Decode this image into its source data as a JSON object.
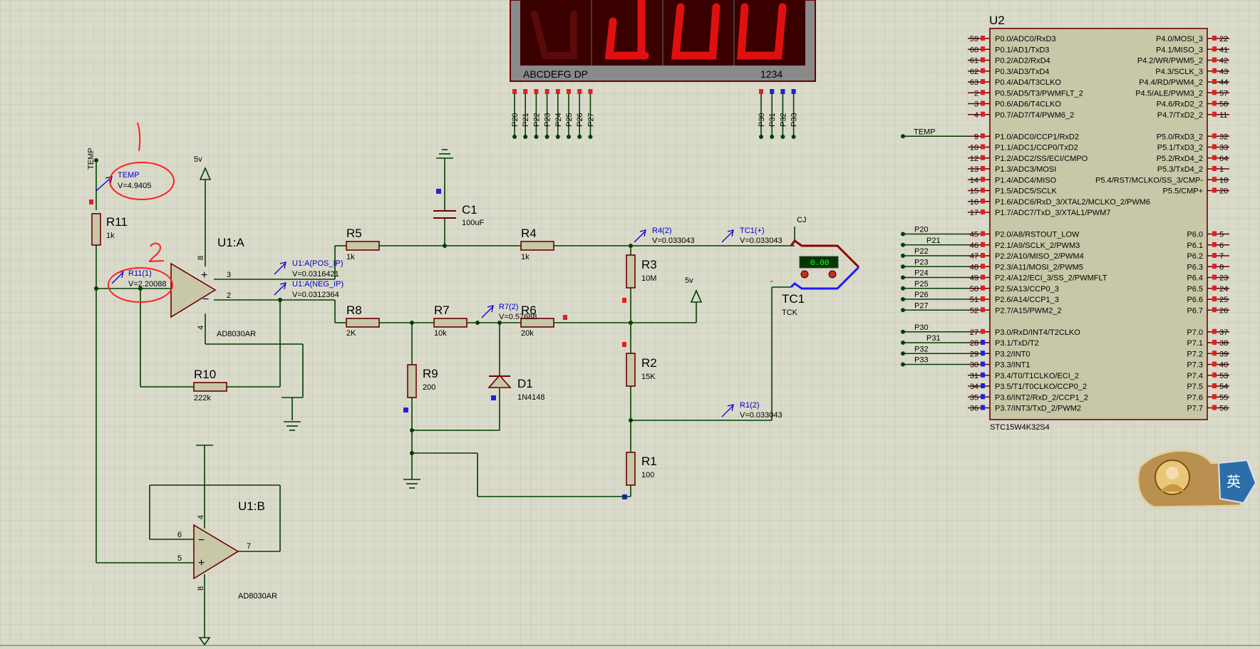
{
  "display": {
    "segment_labels": "ABCDEFG DP",
    "digit_labels": "1234",
    "seg_pins": [
      "P20",
      "P21",
      "P22",
      "P23",
      "P24",
      "P25",
      "P26",
      "P27"
    ],
    "digit_pins": [
      "P30",
      "P31",
      "P32",
      "P33"
    ]
  },
  "u2": {
    "ref": "U2",
    "part": "STC15W4K32S4",
    "left_pins": [
      {
        "n": "59",
        "name": "P0.0/ADC0/RxD3"
      },
      {
        "n": "60",
        "name": "P0.1/AD1/TxD3"
      },
      {
        "n": "61",
        "name": "P0.2/AD2/RxD4"
      },
      {
        "n": "62",
        "name": "P0.3/AD3/TxD4"
      },
      {
        "n": "63",
        "name": "P0.4/AD4/T3CLKO"
      },
      {
        "n": "2",
        "name": "P0.5/AD5/T3/PWMFLT_2"
      },
      {
        "n": "3",
        "name": "P0.6/AD6/T4CLKO"
      },
      {
        "n": "4",
        "name": "P0.7/AD7/T4/PWM6_2"
      },
      {
        "n": "9",
        "name": "P1.0/ADC0/CCP1/RxD2"
      },
      {
        "n": "10",
        "name": "P1.1/ADC1/CCP0/TxD2"
      },
      {
        "n": "12",
        "name": "P1.2/ADC2/SS/ECI/CMPO"
      },
      {
        "n": "13",
        "name": "P1.3/ADC3/MOSI"
      },
      {
        "n": "14",
        "name": "P1.4/ADC4/MISO"
      },
      {
        "n": "15",
        "name": "P1.5/ADC5/SCLK"
      },
      {
        "n": "16",
        "name": "P1.6/ADC6/RxD_3/XTAL2/MCLKO_2/PWM6"
      },
      {
        "n": "17",
        "name": "P1.7/ADC7/TxD_3/XTAL1/PWM7"
      },
      {
        "n": "45",
        "name": "P2.0/A8/RSTOUT_LOW"
      },
      {
        "n": "46",
        "name": "P2.1/A9/SCLK_2/PWM3"
      },
      {
        "n": "47",
        "name": "P2.2/A10/MISO_2/PWM4"
      },
      {
        "n": "48",
        "name": "P2.3/A11/MOSI_2/PWM5"
      },
      {
        "n": "49",
        "name": "P2.4/A12/ECI_3/SS_2/PWMFLT"
      },
      {
        "n": "50",
        "name": "P2.5/A13/CCP0_3"
      },
      {
        "n": "51",
        "name": "P2.6/A14/CCP1_3"
      },
      {
        "n": "52",
        "name": "P2.7/A15/PWM2_2"
      },
      {
        "n": "27",
        "name": "P3.0/RxD/INT4/T2CLKO"
      },
      {
        "n": "28",
        "name": "P3.1/TxD/T2"
      },
      {
        "n": "29",
        "name": "P3.2/INT0"
      },
      {
        "n": "30",
        "name": "P3.3/INT1"
      },
      {
        "n": "31",
        "name": "P3.4/T0/T1CLKO/ECI_2"
      },
      {
        "n": "34",
        "name": "P3.5/T1/T0CLKO/CCP0_2"
      },
      {
        "n": "35",
        "name": "P3.6/INT2/RxD_2/CCP1_2"
      },
      {
        "n": "36",
        "name": "P3.7/INT3/TxD_2/PWM2"
      }
    ],
    "right_pins": [
      {
        "n": "22",
        "name": "P4.0/MOSI_3"
      },
      {
        "n": "41",
        "name": "P4.1/MISO_3"
      },
      {
        "n": "42",
        "name": "P4.2/WR/PWM5_2"
      },
      {
        "n": "43",
        "name": "P4.3/SCLK_3"
      },
      {
        "n": "44",
        "name": "P4.4/RD/PWM4_2"
      },
      {
        "n": "57",
        "name": "P4.5/ALE/PWM3_2"
      },
      {
        "n": "58",
        "name": "P4.6/RxD2_2"
      },
      {
        "n": "11",
        "name": "P4.7/TxD2_2"
      },
      {
        "n": "32",
        "name": "P5.0/RxD3_2"
      },
      {
        "n": "33",
        "name": "P5.1/TxD3_2"
      },
      {
        "n": "64",
        "name": "P5.2/RxD4_2"
      },
      {
        "n": "1",
        "name": "P5.3/TxD4_2"
      },
      {
        "n": "18",
        "name": "P5.4/RST/MCLKO/SS_3/CMP-"
      },
      {
        "n": "20",
        "name": "P5.5/CMP+"
      },
      {
        "n": "5",
        "name": "P6.0"
      },
      {
        "n": "6",
        "name": "P6.1"
      },
      {
        "n": "7",
        "name": "P6.2"
      },
      {
        "n": "8",
        "name": "P6.3"
      },
      {
        "n": "23",
        "name": "P6.4"
      },
      {
        "n": "24",
        "name": "P6.5"
      },
      {
        "n": "25",
        "name": "P6.6"
      },
      {
        "n": "26",
        "name": "P6.7"
      },
      {
        "n": "37",
        "name": "P7.0"
      },
      {
        "n": "38",
        "name": "P7.1"
      },
      {
        "n": "39",
        "name": "P7.2"
      },
      {
        "n": "40",
        "name": "P7.3"
      },
      {
        "n": "53",
        "name": "P7.4"
      },
      {
        "n": "54",
        "name": "P7.5"
      },
      {
        "n": "55",
        "name": "P7.6"
      },
      {
        "n": "56",
        "name": "P7.7"
      }
    ],
    "net_labels": [
      "TEMP",
      "P20",
      "P21",
      "P22",
      "P23",
      "P24",
      "P25",
      "P26",
      "P27",
      "P30",
      "P31",
      "P32",
      "P33"
    ]
  },
  "components": {
    "r11": {
      "ref": "R11",
      "val": "1k"
    },
    "r5": {
      "ref": "R5",
      "val": "1k"
    },
    "r4": {
      "ref": "R4",
      "val": "1k"
    },
    "r3": {
      "ref": "R3",
      "val": "10M"
    },
    "r2": {
      "ref": "R2",
      "val": "15K"
    },
    "r1": {
      "ref": "R1",
      "val": "100"
    },
    "r8": {
      "ref": "R8",
      "val": "2K"
    },
    "r7": {
      "ref": "R7",
      "val": "10k"
    },
    "r6": {
      "ref": "R6",
      "val": "20k"
    },
    "r9": {
      "ref": "R9",
      "val": "200"
    },
    "r10": {
      "ref": "R10",
      "val": "222k"
    },
    "c1": {
      "ref": "C1",
      "val": "100uF"
    },
    "d1": {
      "ref": "D1",
      "val": "1N4148"
    },
    "u1a": {
      "ref": "U1:A",
      "part": "AD8030AR"
    },
    "u1b": {
      "ref": "U1:B",
      "part": "AD8030AR"
    },
    "tc1": {
      "ref": "TC1",
      "val": "TCK",
      "cj": "CJ",
      "reading": "0.00"
    }
  },
  "supplies": {
    "v5a": "5v",
    "v5b": "5v"
  },
  "net_temp": "TEMP",
  "probes": {
    "temp": {
      "name": "TEMP",
      "val": "V=4.9405"
    },
    "r11": {
      "name": "R11(1)",
      "val": "V=2.20088"
    },
    "u1pos": {
      "name": "U1:A(POS_IP)",
      "val": "V=0.0316421"
    },
    "u1neg": {
      "name": "U1:A(NEG_IP)",
      "val": "V=0.0312364"
    },
    "r4": {
      "name": "R4(2)",
      "val": "V=0.033043"
    },
    "tc1": {
      "name": "TC1(+)",
      "val": "V=0.033043"
    },
    "r7": {
      "name": "R7(2)",
      "val": "V=0.57688"
    },
    "r1": {
      "name": "R1(2)",
      "val": "V=0.033043"
    }
  },
  "annotations": {
    "one": "1",
    "two": "2"
  },
  "badge": {
    "char": "英"
  },
  "pin_numbers": {
    "u1a_pos": "3",
    "u1a_neg": "2",
    "u1a_top": "8",
    "u1a_bot": "4",
    "u1b_neg": "6",
    "u1b_pos": "5",
    "u1b_out": "7",
    "u1b_top": "4",
    "u1b_bot": "8"
  },
  "colors": {
    "wire": "#004000",
    "body_stroke": "#6b0000",
    "body_fill": "#c8c8a8",
    "probe": "#0000c8",
    "annotation": "#ff2020",
    "segment_on": "#e01010",
    "display_bg": "#3a0000"
  }
}
